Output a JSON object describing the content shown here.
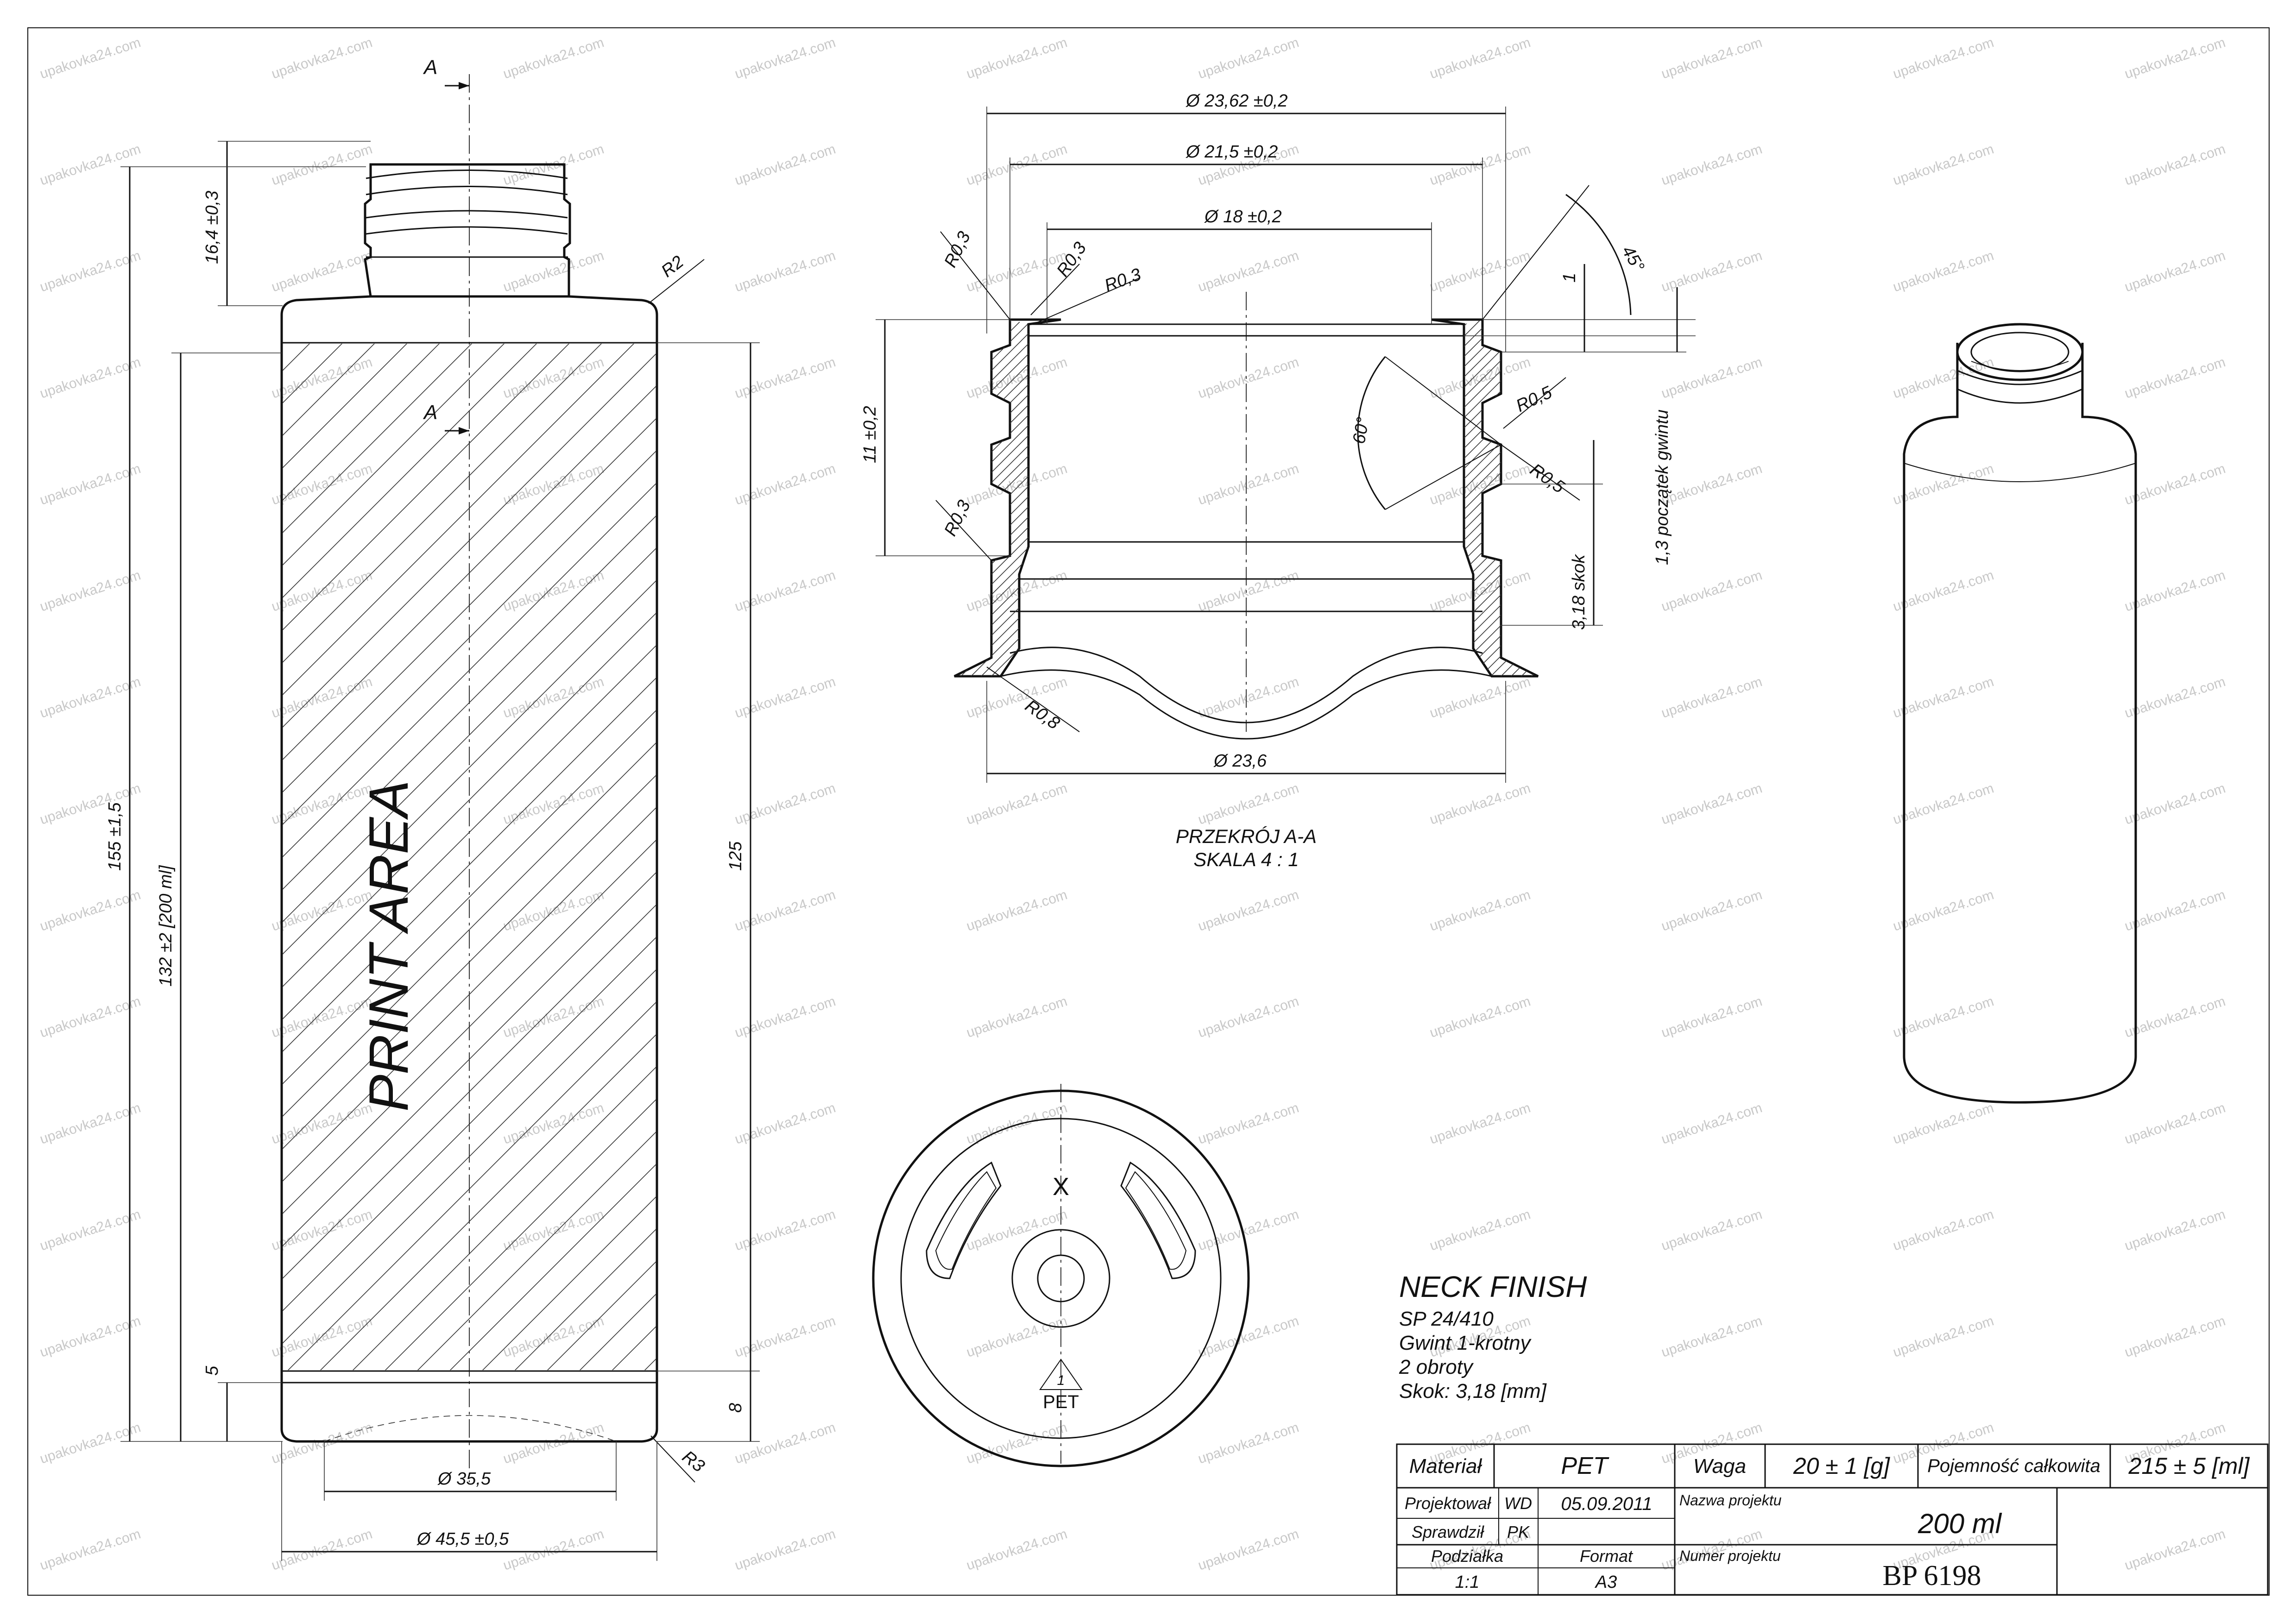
{
  "bottle_view": {
    "section_label_top": "A",
    "section_label_mid": "A",
    "print_area_label": "PRINT AREA",
    "dim_neck_height": "16,4 ±0,3",
    "dim_total_height": "155 ±1,5",
    "dim_fill_height": "132 ±2  [200 ml]",
    "dim_label_height": "125",
    "dim_base_offset": "5",
    "dim_base_right": "8",
    "radius_shoulder": "R2",
    "radius_base": "R3",
    "dim_base_diameter": "Ø 35,5",
    "dim_body_diameter": "Ø 45,5 ±0,5"
  },
  "section_view": {
    "dim_outer_thread": "Ø 23,62 ±0,2",
    "dim_thread_root": "Ø 21,5 ±0,2",
    "dim_bore": "Ø 18 ±0,2",
    "dim_flange": "Ø 23,6",
    "dim_finish_height": "11 ±0,2",
    "dim_top_offset": "1",
    "dim_thread_start": "1,3  początek gwintu",
    "dim_pitch": "3,18 skok",
    "angle_chamfer": "45°",
    "angle_thread": "60°",
    "radius_labels": [
      "R0,3",
      "R0,3",
      "R0,3",
      "R0,3",
      "R0,5",
      "R0,5",
      "R0,8"
    ],
    "caption_line1": "PRZEKRÓJ A-A",
    "caption_line2": "SKALA 4 : 1"
  },
  "bottom_view": {
    "mark_x": "X",
    "recycle_number": "1",
    "recycle_material": "PET"
  },
  "neck_finish": {
    "title": "NECK FINISH",
    "lines": [
      "SP 24/410",
      "Gwint 1-krotny",
      "2 obroty",
      "Skok: 3,18 [mm]"
    ]
  },
  "title_block": {
    "material_label": "Materiał",
    "material_value": "PET",
    "weight_label": "Waga",
    "weight_value": "20 ± 1  [g]",
    "capacity_label": "Pojemność całkowita",
    "capacity_value": "215 ± 5  [ml]",
    "designed_label": "Projektował",
    "designed_by": "WD",
    "designed_date": "05.09.2011",
    "checked_label": "Sprawdził",
    "checked_by": "PK",
    "project_name_label": "Nazwa projektu",
    "project_name_value": "200 ml",
    "scale_label": "Podziałka",
    "scale_value": "1:1",
    "format_label": "Format",
    "format_value": "A3",
    "project_number_label": "Numer projektu",
    "project_number_value": "BP 6198"
  },
  "watermark": "upakovka24.com",
  "colors": {
    "line": "#111111",
    "watermark": "#c8c8c8",
    "background": "#ffffff"
  }
}
